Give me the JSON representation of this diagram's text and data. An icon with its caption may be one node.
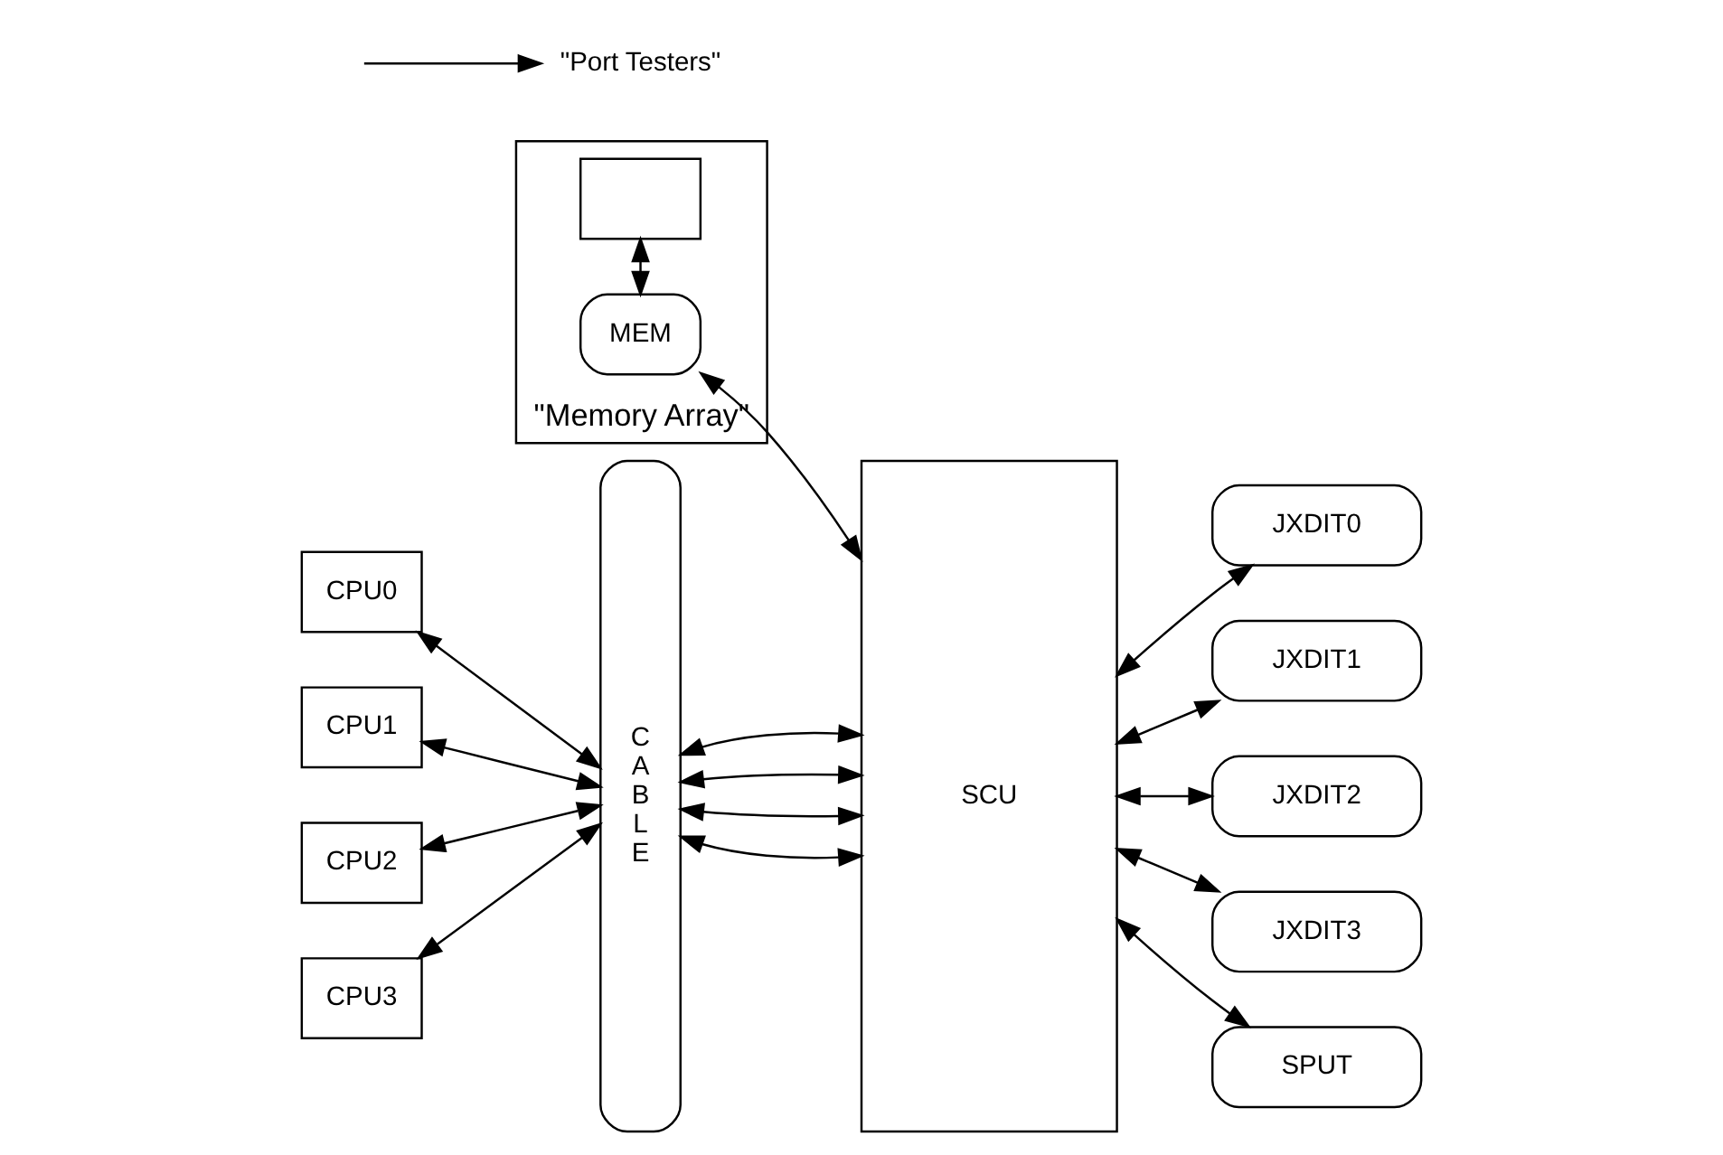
{
  "diagram": {
    "nodes": [
      {
        "text": [
          "\"Memory Array\""
        ]
      },
      {
        "text": [
          "MEM"
        ],
        "in": 0
      },
      {
        "text": [],
        "shape": "box",
        "in": 0
      },
      {
        "text": [
          "CPU0"
        ]
      },
      {
        "text": [
          "CPU1"
        ]
      },
      {
        "text": [
          "CPU2"
        ]
      },
      {
        "text": [
          "CPU3"
        ]
      },
      {
        "text": [
          "CABLE"
        ]
      },
      {
        "text": [
          "SCU"
        ]
      },
      {
        "text": [
          "JXDIT0"
        ]
      },
      {
        "text": [
          "JXDIT1"
        ]
      },
      {
        "text": [
          "JXDIT2"
        ]
      },
      {
        "text": [
          "JXDIT3"
        ]
      },
      {
        "text": [
          "SPUT"
        ]
      },
      {
        "text": [
          "\"Port Testers\""
        ]
      }
    ],
    "edges": [
      {
        "from": 1,
        "to": 2,
        "arrow": "both"
      },
      {
        "from": 1,
        "to": 8,
        "arrow": "both"
      },
      {
        "from": 3,
        "to": 7,
        "arrow": "both"
      },
      {
        "from": 4,
        "to": 7,
        "arrow": "both"
      },
      {
        "from": 5,
        "to": 7,
        "arrow": "both"
      },
      {
        "from": 6,
        "to": 7,
        "arrow": "both"
      },
      {
        "from": 7,
        "to": 8,
        "arrow": "both"
      },
      {
        "from": 7,
        "to": 8,
        "arrow": "both"
      },
      {
        "from": 7,
        "to": 8,
        "arrow": "both"
      },
      {
        "from": 7,
        "to": 8,
        "arrow": "both"
      },
      {
        "from": 8,
        "to": 9,
        "arrow": "both"
      },
      {
        "from": 8,
        "to": 10,
        "arrow": "both"
      },
      {
        "from": 8,
        "to": 11,
        "arrow": "both"
      },
      {
        "from": 8,
        "to": 12,
        "arrow": "both"
      },
      {
        "from": 8,
        "to": 13,
        "arrow": "both"
      },
      {
        "from": null,
        "to": 14,
        "arrow": "to"
      }
    ]
  }
}
